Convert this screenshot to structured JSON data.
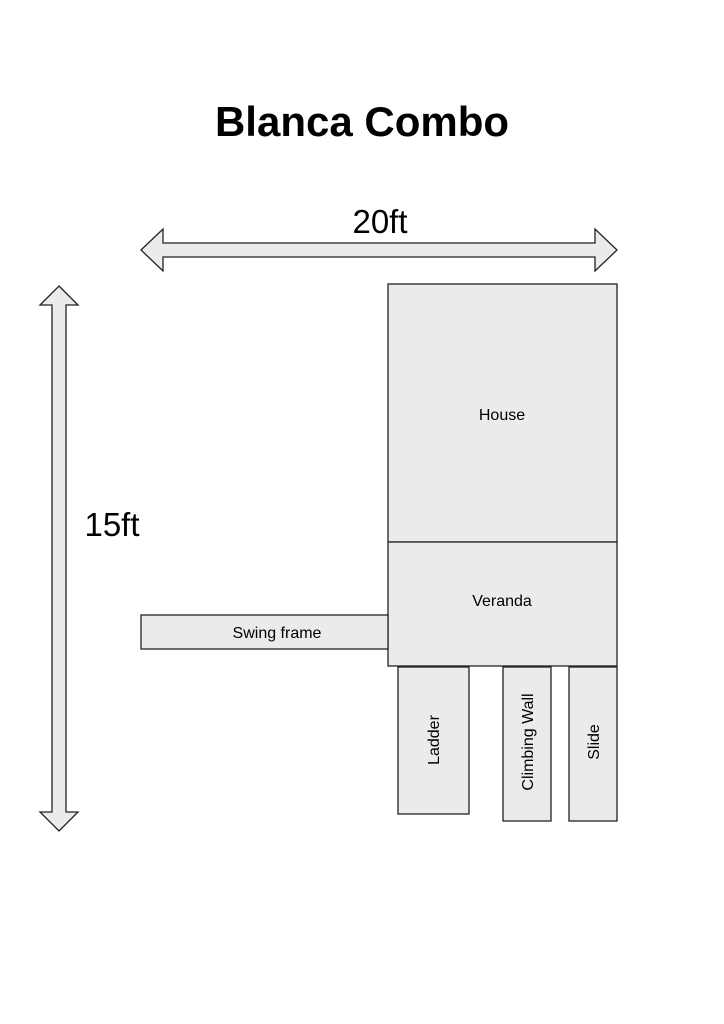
{
  "title": "Blanca Combo",
  "dimensions": {
    "width_label": "20ft",
    "height_label": "15ft"
  },
  "components": {
    "house": "House",
    "veranda": "Veranda",
    "swing_frame": "Swing frame",
    "ladder": "Ladder",
    "climbing_wall": "Climbing Wall",
    "slide": "Slide"
  },
  "colors": {
    "fill": "#ebebeb",
    "stroke": "#222222",
    "text": "#000000",
    "background": "#ffffff"
  }
}
